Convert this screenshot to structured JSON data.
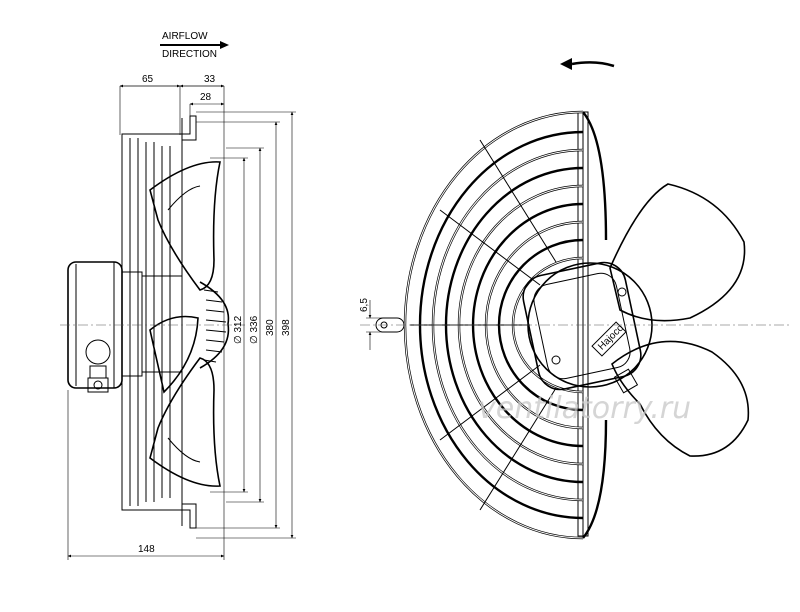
{
  "airflow_label": {
    "line1": "AIRFLOW",
    "line2": "DIRECTION"
  },
  "dimensions": {
    "width_65": "65",
    "width_33": "33",
    "width_28": "28",
    "width_148": "148",
    "dia_312": "∅ 312",
    "dia_336": "∅ 336",
    "height_380": "380",
    "height_398": "398",
    "offset_6_5": "6,5"
  },
  "brand_plate": "Hajoco",
  "watermark": "ventilatorry.ru",
  "icons": {
    "airflow_arrow": "right-arrow-icon",
    "rotation_arrow": "curved-left-arrow-icon"
  }
}
